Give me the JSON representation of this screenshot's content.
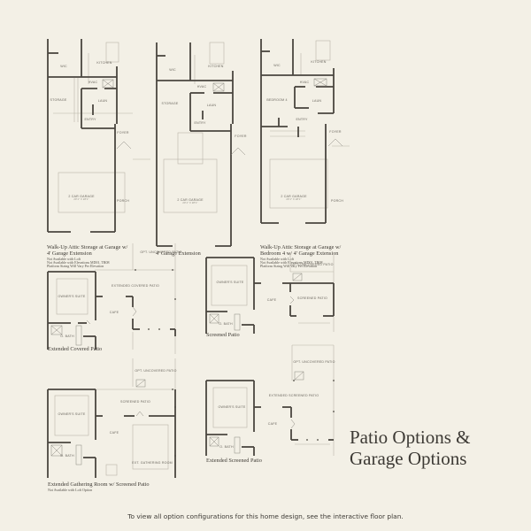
{
  "page": {
    "title_line1": "Patio Options &",
    "title_line2": "Garage Options",
    "footer": "To view all option configurations for this home design, see the interactive floor plan."
  },
  "colors": {
    "background": "#f3f0e6",
    "wall": "#4a463f",
    "thin_line": "#b9b4a8",
    "text": "#3d3a35"
  },
  "plans": [
    {
      "id": "walk-up-attic-storage",
      "caption_line1": "Walk-Up Attic Storage at Garage w/",
      "caption_line2": "4' Garage Extension",
      "notes": [
        "Not Available with Loft",
        "Not Available with Elevations MD01, TR08",
        "Platform Sizing Will Vary Per Elevation"
      ],
      "rooms": {
        "wic": "WIC",
        "kitchen": "KITCHEN",
        "hvac": "HVAC",
        "laun": "LAUN",
        "storage": "STORAGE",
        "entry": "ENTRY",
        "foyer": "FOYER",
        "garage": "2 CAR GARAGE",
        "garage_dim": "20'1\" x 28'1\"",
        "porch": "PORCH"
      }
    },
    {
      "id": "garage-extension",
      "caption_line1": "4' Garage Extension",
      "rooms": {
        "wic": "WIC",
        "kitchen": "KITCHEN",
        "hvac": "HVAC",
        "laun": "LAUN",
        "storage": "STORAGE",
        "entry": "ENTRY",
        "foyer": "FOYER",
        "garage": "2 CAR GARAGE",
        "garage_dim": "20'1\" x 28'1\""
      }
    },
    {
      "id": "walk-up-attic-bedroom-4",
      "caption_line1": "Walk-Up Attic Storage at Garage w/",
      "caption_line2": "Bedroom 4 w/ 4' Garage Extension",
      "notes": [
        "Not Available with Loft",
        "Not Available with Elevations MD01, TR08",
        "Platform Sizing Will Vary Per Elevation"
      ],
      "rooms": {
        "wic": "WIC",
        "kitchen": "KITCHEN",
        "hvac": "HVAC",
        "laun": "LAUN",
        "bedroom": "BEDROOM 4",
        "entry": "ENTRY",
        "foyer": "FOYER",
        "garage": "2 CAR GARAGE",
        "garage_dim": "20'1\" x 28'1\"",
        "porch": "PORCH"
      }
    },
    {
      "id": "extended-covered-patio",
      "caption_line1": "Extended Covered Patio",
      "rooms": {
        "opt_patio": "OPT. UNCOVERED PATIO",
        "patio": "EXTENDED COVERED PATIO",
        "suite": "OWNER'S SUITE",
        "cafe": "CAFE",
        "bath": "O. BATH"
      }
    },
    {
      "id": "screened-patio",
      "caption_line1": "Screened Patio",
      "rooms": {
        "opt_patio": "OPT. UNCOVERED PATIO",
        "patio": "SCREENED PATIO",
        "suite": "OWNER'S SUITE",
        "cafe": "CAFE",
        "bath": "O. BATH"
      }
    },
    {
      "id": "extended-gathering-room",
      "caption_line1": "Extended Gathering Room w/ Screened Patio",
      "notes": [
        "Not Available with Loft Option"
      ],
      "rooms": {
        "opt_patio": "OPT. UNCOVERED PATIO",
        "patio": "SCREENED PATIO",
        "suite": "OWNER'S SUITE",
        "cafe": "CAFE",
        "bath": "O. BATH",
        "gathering": "EXT. GATHERING ROOM"
      }
    },
    {
      "id": "extended-screened-patio",
      "caption_line1": "Extended Screened Patio",
      "rooms": {
        "opt_patio": "OPT. UNCOVERED PATIO",
        "patio": "EXTENDED SCREENED PATIO",
        "suite": "OWNER'S SUITE",
        "cafe": "CAFE",
        "bath": "O. BATH"
      }
    }
  ]
}
